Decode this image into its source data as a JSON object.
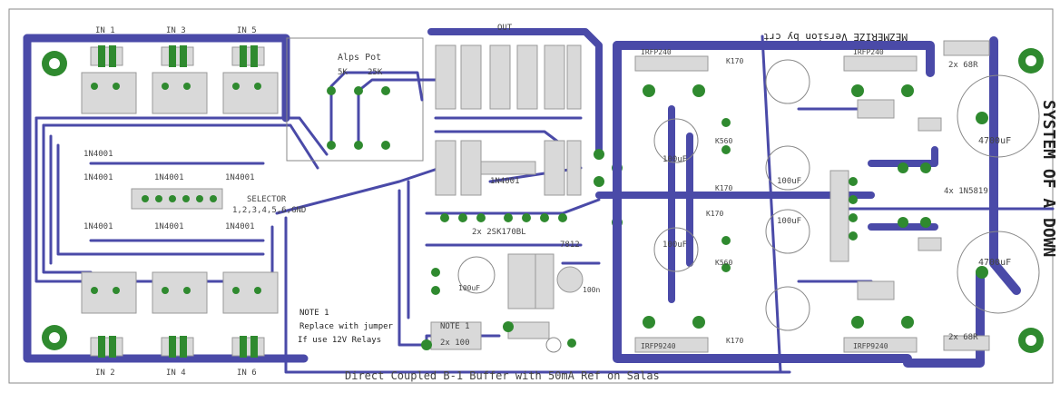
{
  "labels": {
    "in1_top": "IN 1",
    "in3_top": "IN 3",
    "in5_top": "IN 5",
    "in2_bot": "IN 2",
    "in4_bot": "IN 4",
    "in6_bot": "IN 6",
    "out": "OUT",
    "pot_title": "Alps Pot",
    "pot_5k": "5K",
    "pot_25k": "25K",
    "diode1": "1N4001",
    "diode2": "1N4001",
    "diode3": "1N4001",
    "diode4": "1N4001",
    "diode5": "1N4001",
    "diode6": "1N4001",
    "diode7": "1N4001",
    "diode8": "1N4001",
    "selector1": "SELECTOR",
    "selector2": "1,2,3,4,5,6,GND",
    "transistors": "2x 2SK170BL",
    "reg": "7812",
    "note1": "NOTE 1",
    "note2": "Replace with jumper",
    "note3": "If use 12V Relays",
    "jmp1": "NOTE 1",
    "jmp2": "2x 100",
    "title_mirror": "MEZMERIZE Version by crt",
    "irfp1": "IRFP240",
    "irfp2": "IRFP240",
    "irfp3": "IRFP9240",
    "irfp4": "IRFP9240",
    "k1": "K170",
    "k2": "K560",
    "k3": "K170",
    "k4": "K170",
    "k5": "K560",
    "k6": "K170",
    "cap1": "100uF",
    "cap2": "100uF",
    "cap3": "100uF",
    "cap4": "100uF",
    "cap5": "100uF",
    "cap6": "4700uF",
    "cap7": "4700uF",
    "cap8": "100n",
    "res1": "2x 68R",
    "res2": "2x 68R",
    "diode_big": "4x 1N5819",
    "big_title": "SYSTEM OF A DOWN",
    "bottom_title": "Direct Coupled B-1 Buffer with 50mA Ref on Salas"
  },
  "colors": {
    "trace": "#4a4aa8",
    "pad": "#2f8a2f",
    "silk": "#444444",
    "board_outline": "#888888"
  }
}
